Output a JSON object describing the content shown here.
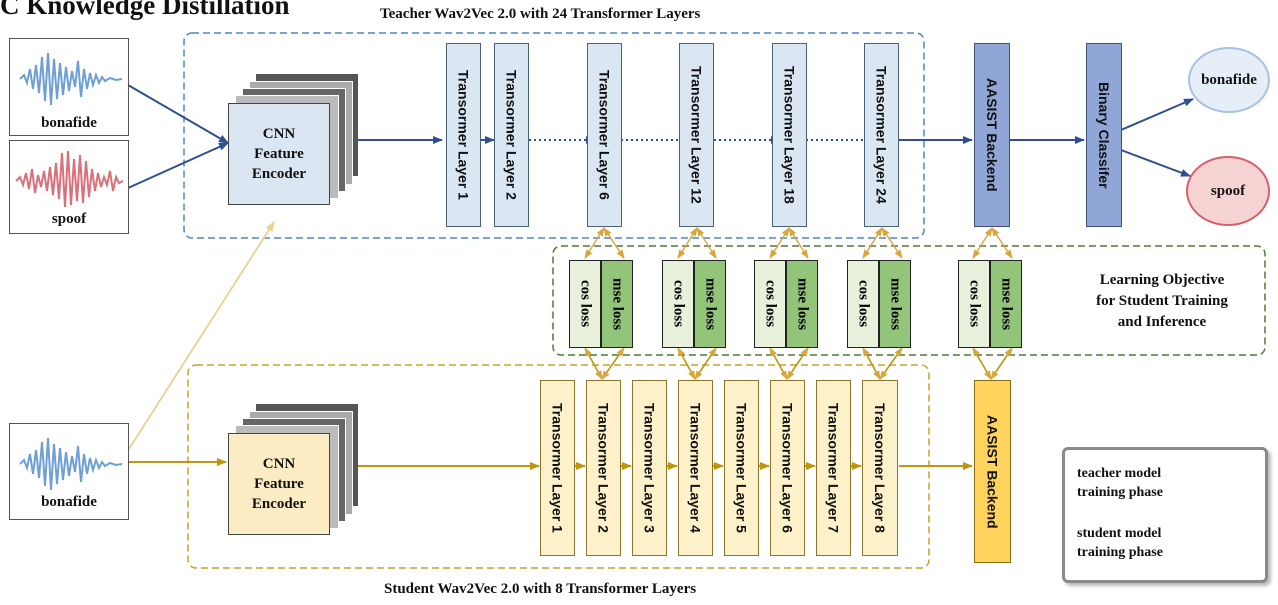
{
  "page_title": "C Knowledge Distillation",
  "teacher": {
    "caption": "Teacher Wav2Vec 2.0 with 24 Transformer Layers",
    "encoder_line1": "CNN",
    "encoder_line2": "Feature",
    "encoder_line3": "Encoder",
    "layers": [
      "Transormer Layer 1",
      "Transormer Layer 2",
      "Transormer Layer 6",
      "Transormer Layer 12",
      "Transormer Layer 18",
      "Transormer Layer 24"
    ],
    "backend": "AASIST Backend",
    "classifier": "Binary Classifer"
  },
  "student": {
    "caption": "Student Wav2Vec 2.0 with 8 Transformer Layers",
    "encoder_line1": "CNN",
    "encoder_line2": "Feature",
    "encoder_line3": "Encoder",
    "layers": [
      "Transormer Layer 1",
      "Transormer Layer 2",
      "Transormer Layer 3",
      "Transormer Layer 4",
      "Transormer Layer 5",
      "Transormer Layer 6",
      "Transormer Layer 7",
      "Transormer Layer 8"
    ],
    "backend": "AASIST Backend"
  },
  "inputs": {
    "teacher_bonafide": "bonafide",
    "teacher_spoof": "spoof",
    "student_bonafide": "bonafide"
  },
  "outputs": {
    "bonafide": "bonafide",
    "spoof": "spoof"
  },
  "losses": {
    "cos": "cos loss",
    "mse": "mse loss"
  },
  "objective": {
    "line1": "Learning Objective",
    "line2": "for Student Training",
    "line3": "and Inference"
  },
  "legend": {
    "teacher_line1": "teacher model",
    "teacher_line2": "training phase",
    "student_line1": "student model",
    "student_line2": "training phase"
  },
  "colors": {
    "teacher_arrow": "#2f4f8f",
    "student_arrow": "#c0960c",
    "teacher_box_border": "#4f86c6",
    "student_box_border": "#c9a227",
    "objective_box_border": "#4e7a34",
    "wave_blue": "#6f9fd8",
    "wave_red": "#d9707a"
  }
}
